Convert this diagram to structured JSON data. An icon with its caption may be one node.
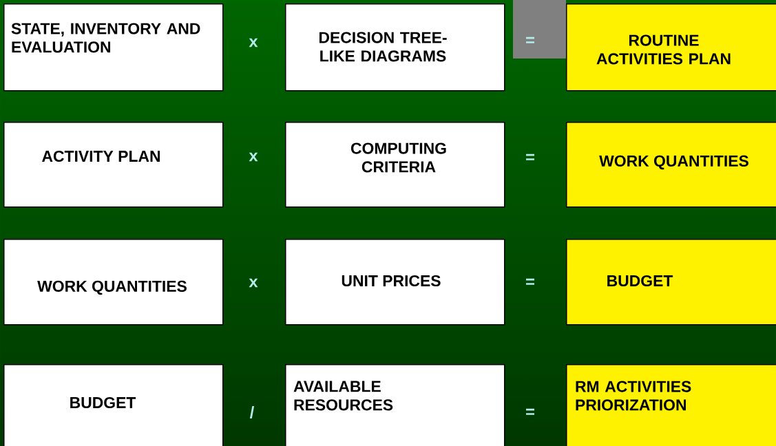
{
  "diagram": {
    "nodes": [
      {
        "text": [
          "STATE, INVENTORY AND EVALUATION"
        ]
      },
      {
        "text": [
          "DECISION TREE-LIKE DIAGRAMS"
        ]
      },
      {
        "text": [
          "ROUTINE ACTIVITIES PLAN"
        ]
      },
      {
        "text": [
          "ACTIVITY PLAN"
        ]
      },
      {
        "text": [
          "COMPUTING CRITERIA"
        ]
      },
      {
        "text": [
          "WORK QUANTITIES"
        ]
      },
      {
        "text": [
          "WORK QUANTITIES"
        ]
      },
      {
        "text": [
          "UNIT PRICES"
        ]
      },
      {
        "text": [
          "BUDGET"
        ]
      },
      {
        "text": [
          "BUDGET"
        ]
      },
      {
        "text": [
          "AVAILABLE RESOURCES"
        ]
      },
      {
        "text": [
          "RM ACTIVITIES PRIORIZATION"
        ]
      }
    ],
    "labels": [
      "x",
      "=",
      "x",
      "=",
      "x",
      "=",
      "/",
      "="
    ]
  }
}
